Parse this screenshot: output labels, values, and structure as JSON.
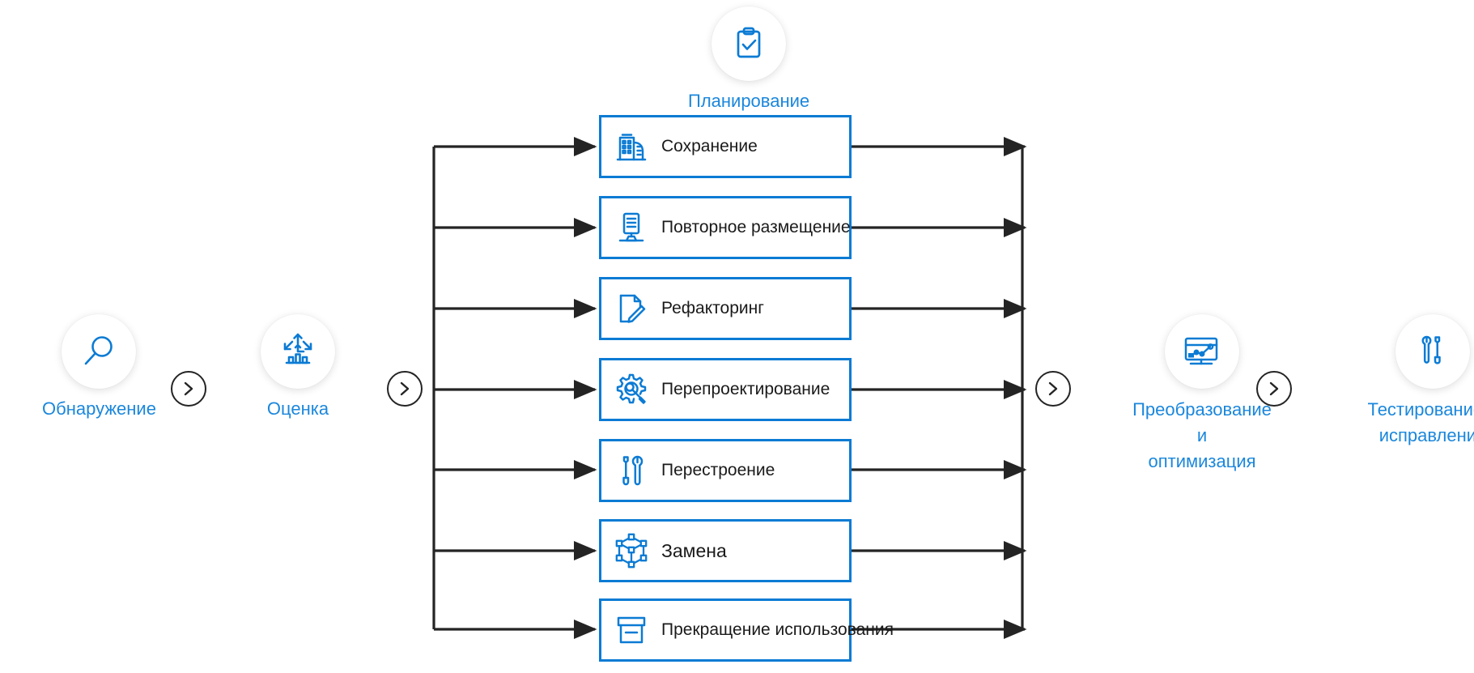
{
  "colors": {
    "accent_blue": "#0b7bd4",
    "label_blue": "#1b87dc",
    "line_black": "#242424",
    "box_text": "#1a1a1a",
    "background": "#ffffff"
  },
  "stages": [
    {
      "id": "discovery",
      "label": "Обнаружение",
      "icon": "magnifier-icon"
    },
    {
      "id": "assessment",
      "label": "Оценка",
      "icon": "assessment-expand-icon"
    },
    {
      "id": "planning",
      "label": "Планирование",
      "icon": "clipboard-check-icon"
    },
    {
      "id": "transform",
      "label": "Преобразование и оптимизация",
      "label_lines": [
        "Преобразование",
        "и",
        "оптимизация"
      ],
      "icon": "monitor-chart-icon"
    },
    {
      "id": "test-fix",
      "label": "Тестирование и исправление",
      "label_lines": [
        "Тестирование и",
        "исправление"
      ],
      "icon": "wrench-screwdriver-icon"
    }
  ],
  "chevrons": [
    {
      "id": "chevron-1",
      "icon": "chevron-right-icon"
    },
    {
      "id": "chevron-2",
      "icon": "chevron-right-icon"
    },
    {
      "id": "chevron-3",
      "icon": "chevron-right-icon"
    },
    {
      "id": "chevron-4",
      "icon": "chevron-right-icon"
    }
  ],
  "options": [
    {
      "id": "rehost-keep",
      "label": "Сохранение",
      "icon": "building-icon"
    },
    {
      "id": "rehost",
      "label": "Повторное размещение",
      "icon": "server-rehost-icon"
    },
    {
      "id": "refactor",
      "label": "Рефакторинг",
      "icon": "document-pencil-icon"
    },
    {
      "id": "rearchitect",
      "label": "Перепроектирование",
      "icon": "gear-magnifier-icon"
    },
    {
      "id": "rebuild",
      "label": "Перестроение",
      "icon": "screwdriver-wrench-icon"
    },
    {
      "id": "replace",
      "label": "Замена",
      "icon": "cube-mesh-icon"
    },
    {
      "id": "retire",
      "label": "Прекращение использования",
      "icon": "archive-box-icon"
    }
  ]
}
